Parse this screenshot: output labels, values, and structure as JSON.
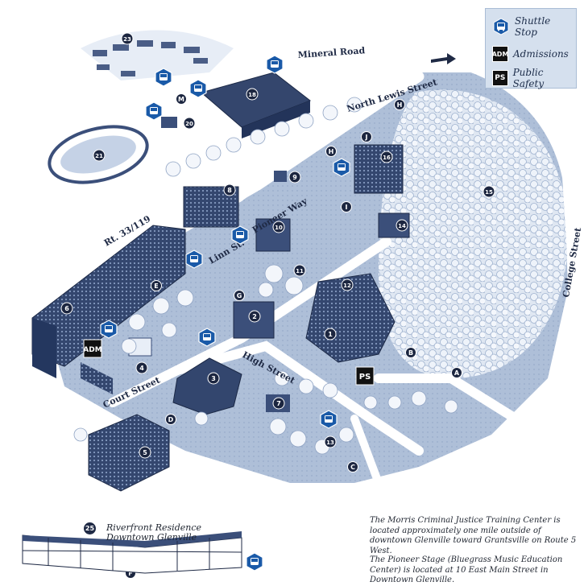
{
  "legend": {
    "shuttle": "Shuttle Stop",
    "admissions": "Admissions",
    "public_safety": "Public Safety"
  },
  "streets": {
    "mineral": "Mineral Road",
    "north_lewis": "North Lewis Street",
    "rt33": "Rt. 33/119",
    "linn": "Linn St.",
    "pioneer": "Pioneer Way",
    "college": "College Street",
    "high": "High Street",
    "court": "Court Street"
  },
  "buildings": [
    "1",
    "2",
    "3",
    "4",
    "5",
    "6",
    "7",
    "8",
    "9",
    "10",
    "11",
    "12",
    "13",
    "14",
    "15",
    "16",
    "18",
    "20",
    "21",
    "23"
  ],
  "lots": [
    "A",
    "B",
    "C",
    "D",
    "E",
    "F",
    "G",
    "H",
    "H",
    "I",
    "J",
    "M"
  ],
  "riverfront": {
    "number": "25",
    "line1": "Riverfront Residence",
    "line2": "Downtown Glenville"
  },
  "notes": {
    "morris": "The Morris Criminal Justice Training Center is located approximately one mile outside of downtown Glenville toward Grantsville on Route 5 West.",
    "pioneer": "The Pioneer Stage (Bluegrass Music Education Center) is located at 10 East Main Street in Downtown Glenville."
  },
  "icons": {
    "shuttle": "bus-icon",
    "admissions": "admissions-icon",
    "public_safety": "public-safety-icon"
  },
  "colors": {
    "building": "#3b4f7a",
    "road": "#ffffff",
    "tree": "#c9d6e8",
    "shuttle": "#1a5aa8"
  }
}
